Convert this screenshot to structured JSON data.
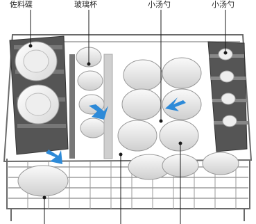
{
  "top_labels": [
    {
      "id": "saucer",
      "text": "佐料碟"
    },
    {
      "id": "glass-cup",
      "text": "玻璃杯"
    },
    {
      "id": "spoon-a",
      "text": "小汤勺"
    },
    {
      "id": "spoon-b",
      "text": "小汤勺"
    }
  ],
  "colors": {
    "line": "#1a1a1a",
    "callout": "#2d8ad8",
    "rack_dark": "#5a5a5a",
    "rack_light": "#cfcfcf",
    "dish": "#f4f4f4",
    "dish_shadow": "#bdbdbd"
  }
}
